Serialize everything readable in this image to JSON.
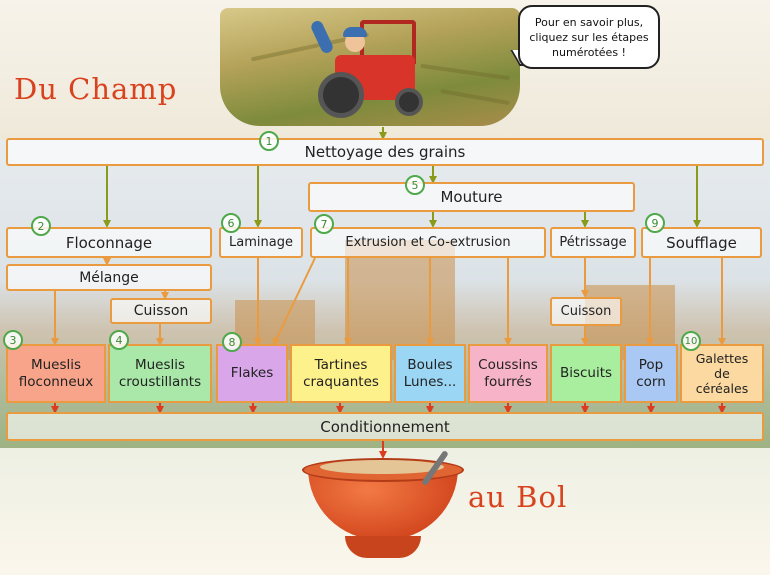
{
  "bubble": {
    "line1": "Pour en savoir plus,",
    "line2": "cliquez sur les étapes",
    "line3": "numérotées !"
  },
  "heading_top": "Du Champ",
  "heading_bottom": "au Bol",
  "steps": {
    "nettoyage": {
      "num": "1",
      "label": "Nettoyage des grains"
    },
    "floconnage": {
      "num": "2",
      "label": "Floconnage"
    },
    "melange": {
      "label": "Mélange"
    },
    "cuisson_left": {
      "label": "Cuisson"
    },
    "mouture": {
      "num": "5",
      "label": "Mouture"
    },
    "laminage": {
      "num": "6",
      "label": "Laminage"
    },
    "extrusion": {
      "num": "7",
      "label": "Extrusion et Co-extrusion"
    },
    "petrissage": {
      "label": "Pétrissage"
    },
    "cuisson_right": {
      "label": "Cuisson"
    },
    "soufflage": {
      "num": "9",
      "label": "Soufflage"
    },
    "conditionnement": {
      "label": "Conditionnement"
    }
  },
  "products": [
    {
      "num": "3",
      "line1": "Mueslis",
      "line2": "floconneux",
      "color": "#f7a48a"
    },
    {
      "num": "4",
      "line1": "Mueslis",
      "line2": "croustillants",
      "color": "#a9e8a9"
    },
    {
      "num": "8",
      "line1": "Flakes",
      "line2": "",
      "color": "#d9a6ea"
    },
    {
      "num": "",
      "line1": "Tartines",
      "line2": "craquantes",
      "color": "#fdf18c"
    },
    {
      "num": "",
      "line1": "Boules",
      "line2": "Lunes...",
      "color": "#9bd6f4"
    },
    {
      "num": "",
      "line1": "Coussins",
      "line2": "fourrés",
      "color": "#f7b3c8"
    },
    {
      "num": "",
      "line1": "Biscuits",
      "line2": "",
      "color": "#a8ee9e"
    },
    {
      "num": "",
      "line1": "Pop",
      "line2": "corn",
      "color": "#a9c8f4"
    },
    {
      "num": "10",
      "line1": "Galettes",
      "line2": "de",
      "line3": "céréales",
      "color": "#fbd9a0"
    }
  ],
  "colors": {
    "connector": "#ea9b40",
    "arrow_olive": "#8a9a1a",
    "arrow_red": "#e03a1e",
    "step_badge": "#4fa94a",
    "heading": "#d8421e"
  },
  "icons": [
    "farmer-tractor-illustration",
    "cereal-bowl-illustration",
    "speech-bubble"
  ]
}
